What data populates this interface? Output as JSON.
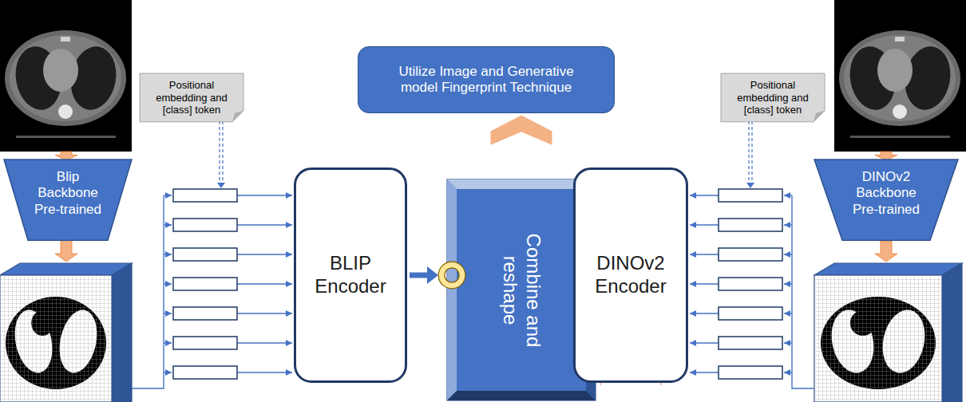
{
  "diagram": {
    "nodes": [
      {
        "text": [
          "Utilize Image and Generative model Fingerprint Technique"
        ]
      },
      {
        "text": [
          "Positional embedding and [class] token"
        ]
      },
      {
        "text": [
          "Positional embedding and [class] token"
        ]
      },
      {
        "text": [
          "Blip Backbone Pre-trained"
        ]
      },
      {
        "text": [
          "BLIP Encoder"
        ]
      },
      {
        "text": [
          "Combine and reshape"
        ]
      },
      {
        "text": [
          "DINOv2 Encoder"
        ]
      },
      {
        "text": [
          "DINOv2 Backbone Pre-trained"
        ]
      }
    ],
    "edges": [
      {
        "from": 4,
        "to": 5,
        "arrow": "to"
      },
      {
        "from": 6,
        "to": 5,
        "arrow": "to"
      },
      {
        "from": 5,
        "to": 0,
        "arrow": "to"
      }
    ]
  }
}
